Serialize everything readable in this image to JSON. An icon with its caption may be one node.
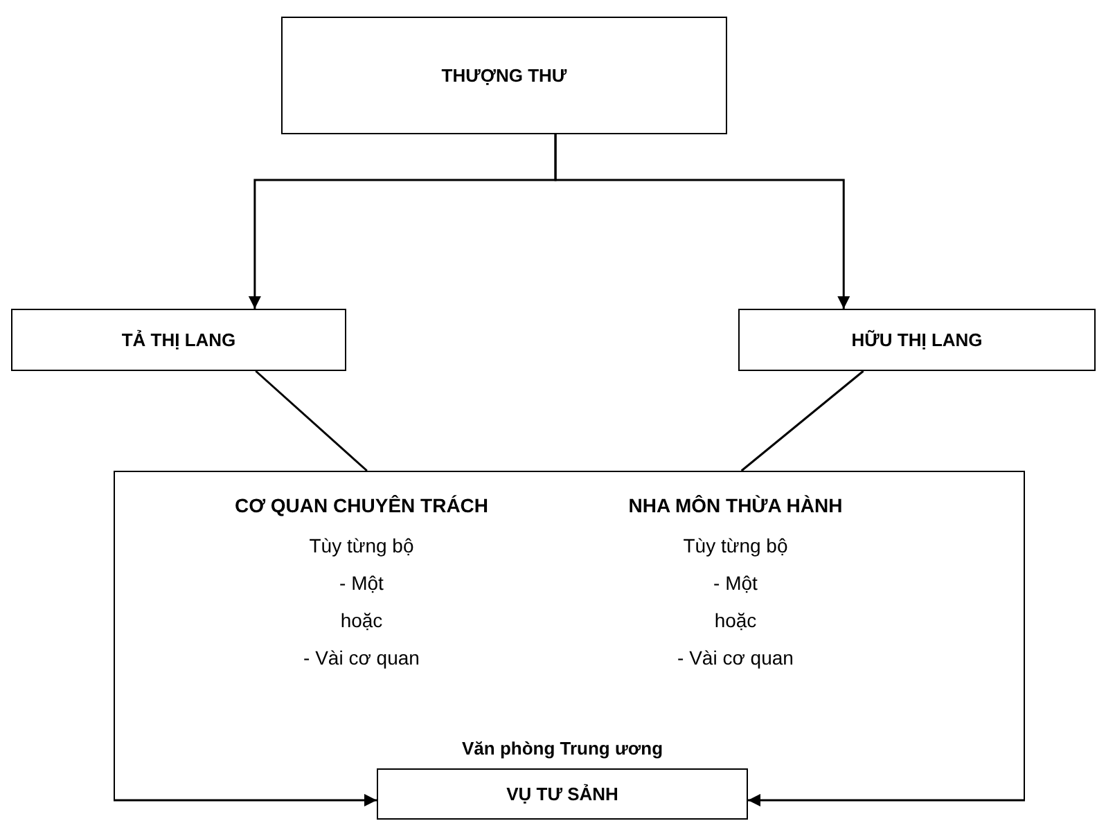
{
  "diagram": {
    "nodes": [
      {
        "text": [
          "THƯỢNG THƯ"
        ]
      },
      {
        "text": [
          "TẢ THỊ LANG"
        ]
      },
      {
        "text": [
          "HỮU THỊ LANG"
        ]
      },
      {
        "text": [],
        "shape": "box"
      },
      {
        "text": [
          "CƠ QUAN CHUYÊN TRÁCH",
          "Tùy từng bộ",
          "- Một",
          "hoặc",
          "- Vài cơ quan"
        ],
        "in": 3
      },
      {
        "text": [
          "NHA MÔN THỪA HÀNH",
          "Tùy từng bộ",
          "- Một",
          "hoặc",
          "- Vài cơ quan"
        ],
        "in": 3
      },
      {
        "text": [
          "VỤ TƯ SẢNH"
        ],
        "beside": [
          "Văn phòng Trung ương"
        ]
      }
    ],
    "edges": [
      {
        "from": 0,
        "to": 1,
        "arrow": "to"
      },
      {
        "from": 0,
        "to": 2,
        "arrow": "to"
      },
      {
        "from": 1,
        "to": 3,
        "arrow": "none"
      },
      {
        "from": 2,
        "to": 3,
        "arrow": "none"
      },
      {
        "from": 3,
        "to": 6,
        "arrow": "to"
      },
      {
        "from": 3,
        "to": 6,
        "arrow": "to"
      }
    ]
  }
}
